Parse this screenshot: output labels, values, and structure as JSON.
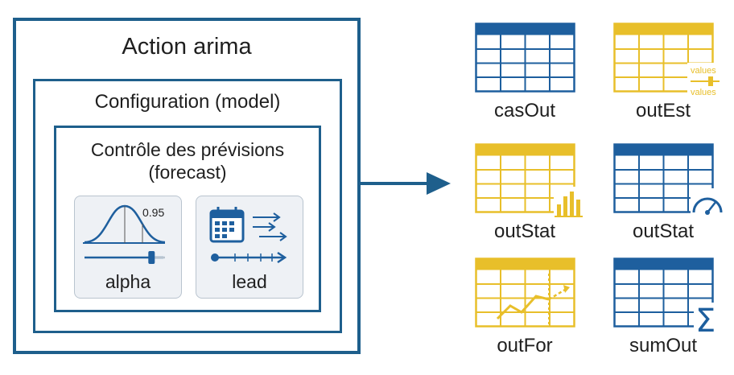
{
  "diagram": {
    "action_title": "Action arima",
    "config_title": "Configuration (model)",
    "control_title_line1": "Contrôle des prévisions",
    "control_title_line2": "(forecast)",
    "alpha": {
      "label": "alpha",
      "value_text": "0.95",
      "slider_level": 0.85
    },
    "lead": {
      "label": "lead"
    },
    "outputs": [
      {
        "label": "casOut",
        "color": "#1e5f9e",
        "overlay": "none-icon"
      },
      {
        "label": "outEst",
        "color": "#e8bf2a",
        "overlay": "values-slider-icon",
        "overlay_text_top": "values",
        "overlay_text_bottom": "values"
      },
      {
        "label": "outStat",
        "color": "#e8bf2a",
        "overlay": "bar-chart-icon"
      },
      {
        "label": "outStat",
        "color": "#1e5f9e",
        "overlay": "gauge-icon"
      },
      {
        "label": "outFor",
        "color": "#e8bf2a",
        "overlay": "trend-line-icon"
      },
      {
        "label": "sumOut",
        "color": "#1e5f9e",
        "overlay": "sigma-icon",
        "overlay_glyph": "Σ"
      }
    ],
    "colors": {
      "frame": "#1e5f8c",
      "blue": "#1e5f9e",
      "yellow": "#e8bf2a",
      "card_bg": "#eef1f5"
    }
  }
}
